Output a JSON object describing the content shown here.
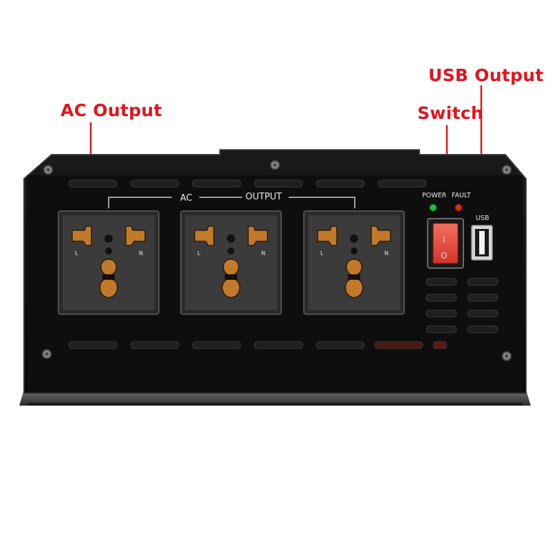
{
  "callouts": {
    "ac_output": "AC Output",
    "switch": "Switch",
    "usb_output": "USB Output"
  },
  "panel": {
    "ac_label": "AC",
    "output_label": "OUTPUT",
    "power_label": "POWER",
    "fault_label": "FAULT",
    "usb_label": "USB",
    "switch_on_symbol": "I",
    "switch_off_symbol": "O",
    "socket_live": "L",
    "socket_neutral": "N"
  },
  "colors": {
    "callout": "#e3141b",
    "body": "#0d0d0d",
    "socket": "#3a3a3a",
    "socket_contact": "#c07a2a",
    "switch": "#e8453c",
    "power_led": "#1bc14a",
    "fault_led": "#e02a1a"
  }
}
